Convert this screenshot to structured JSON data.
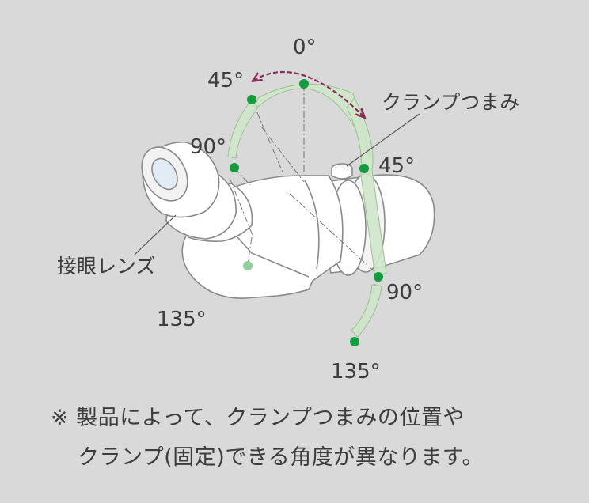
{
  "diagram": {
    "angle_top_center": "0°",
    "angle_top_left": "45°",
    "angle_left": "90°",
    "angle_lower_left": "135°",
    "angle_right_upper": "45°",
    "angle_right_mid": "90°",
    "angle_right_lower": "135°",
    "clamp_knob_label": "クランプつまみ",
    "eyepiece_label": "接眼レンズ"
  },
  "colors": {
    "background": "#d9d9d9",
    "arc_fill": "#cfe6c9",
    "dot_green": "#149a3f",
    "dot_light": "#8fcf9a",
    "arrow": "#8a2c5a",
    "text": "#3c3c3c"
  },
  "note": {
    "line1": "※ 製品によって、クランプつまみの位置や",
    "line2": "クランプ(固定)できる角度が異なります。"
  }
}
